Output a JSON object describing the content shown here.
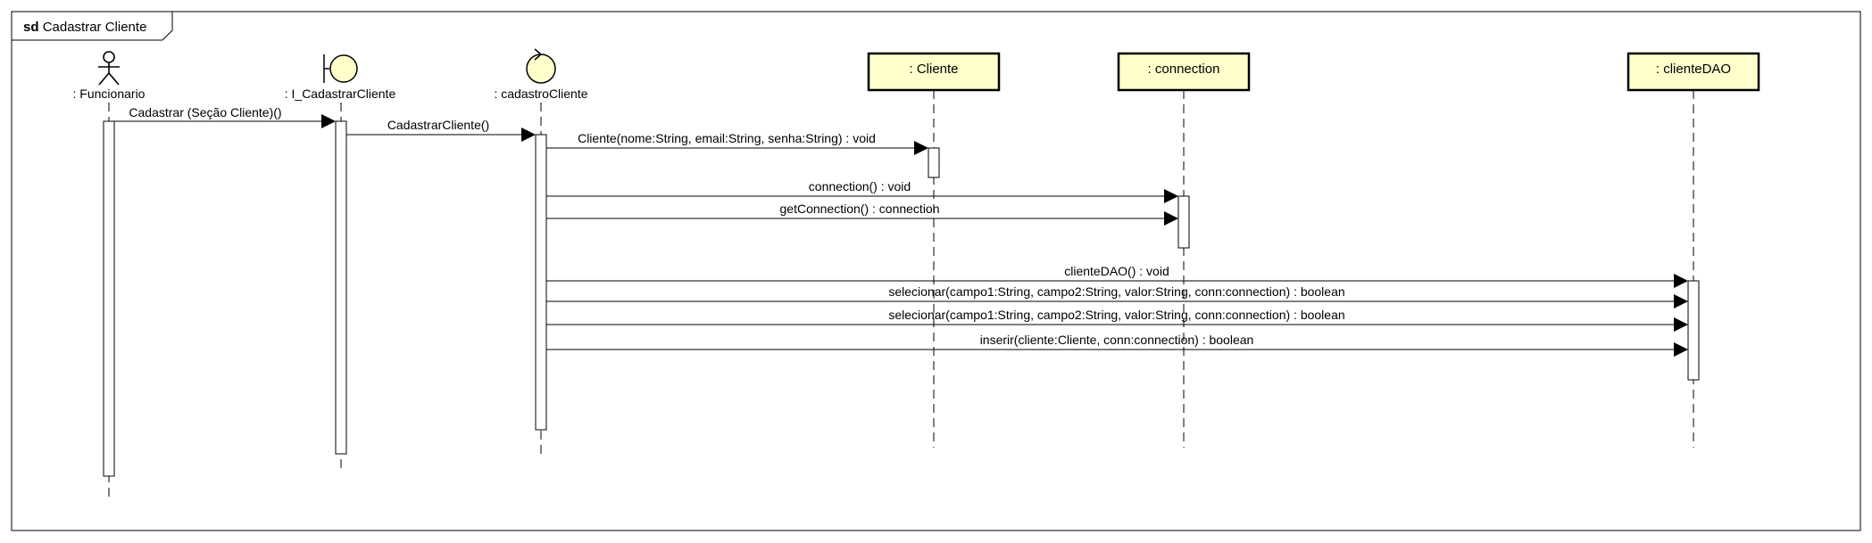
{
  "frame": {
    "keyword": "sd",
    "title": "Cadastrar Cliente"
  },
  "colors": {
    "stroke": "#000000",
    "box_fill": "#ffffcc",
    "activation_fill": "#ffffff",
    "background": "#ffffff"
  },
  "lifelines": [
    {
      "id": "funcionario",
      "kind": "actor",
      "icon": "actor-icon",
      "label": ": Funcionario"
    },
    {
      "id": "icadastrar",
      "kind": "boundary",
      "icon": "boundary-icon",
      "label": ": I_CadastrarCliente"
    },
    {
      "id": "cadastro",
      "kind": "control",
      "icon": "control-icon",
      "label": ": cadastroCliente"
    },
    {
      "id": "cliente",
      "kind": "object",
      "label": ": Cliente"
    },
    {
      "id": "connection",
      "kind": "object",
      "label": ": connection"
    },
    {
      "id": "clientedao",
      "kind": "object",
      "label": ": clienteDAO"
    }
  ],
  "messages": [
    {
      "from": "funcionario",
      "to": "icadastrar",
      "label": "Cadastrar (Seção Cliente)()"
    },
    {
      "from": "icadastrar",
      "to": "cadastro",
      "label": "CadastrarCliente()"
    },
    {
      "from": "cadastro",
      "to": "cliente",
      "label": "Cliente(nome:String, email:String, senha:String) : void"
    },
    {
      "from": "cadastro",
      "to": "connection",
      "label": "connection() : void"
    },
    {
      "from": "cadastro",
      "to": "connection",
      "label": "getConnection() : connection"
    },
    {
      "from": "cadastro",
      "to": "clientedao",
      "label": "clienteDAO() : void"
    },
    {
      "from": "cadastro",
      "to": "clientedao",
      "label": "selecionar(campo1:String, campo2:String, valor:String, conn:connection) : boolean"
    },
    {
      "from": "cadastro",
      "to": "clientedao",
      "label": "selecionar(campo1:String, campo2:String, valor:String, conn:connection) : boolean"
    },
    {
      "from": "cadastro",
      "to": "clientedao",
      "label": "inserir(cliente:Cliente, conn:connection) : boolean"
    }
  ]
}
